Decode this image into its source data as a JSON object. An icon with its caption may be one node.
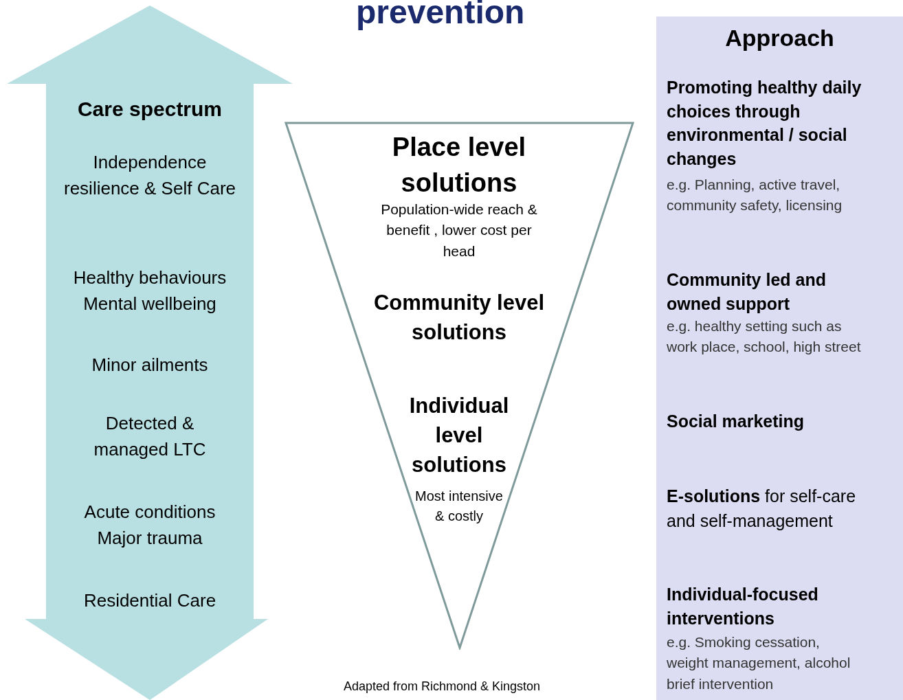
{
  "diagram": {
    "title": "prevention",
    "nodes": [
      {
        "text": [
          "Care spectrum",
          "Independence resilience & Self Care",
          "Healthy behaviours Mental wellbeing",
          "Minor ailments",
          "Detected & managed LTC",
          "Acute conditions Major trauma",
          "Residential Care"
        ]
      },
      {
        "text": [
          "Place level solutions",
          "Population-wide reach & benefit , lower cost per head",
          "Community level solutions",
          "Individual level solutions",
          "Most intensive & costly"
        ]
      },
      {
        "text": [
          "Approach",
          "Promoting healthy daily choices through environmental / social changes",
          "e.g. Planning, active travel, community safety, licensing",
          "Community led and owned support",
          "e.g. healthy setting such as work place, school, high street",
          "Social marketing",
          "**E-solutions** for self-care and self-management",
          "Individual-focused interventions",
          "e.g. Smoking cessation, weight management, alcohol brief intervention"
        ]
      }
    ],
    "labels": [
      "Adapted from Richmond & Kingston"
    ]
  }
}
